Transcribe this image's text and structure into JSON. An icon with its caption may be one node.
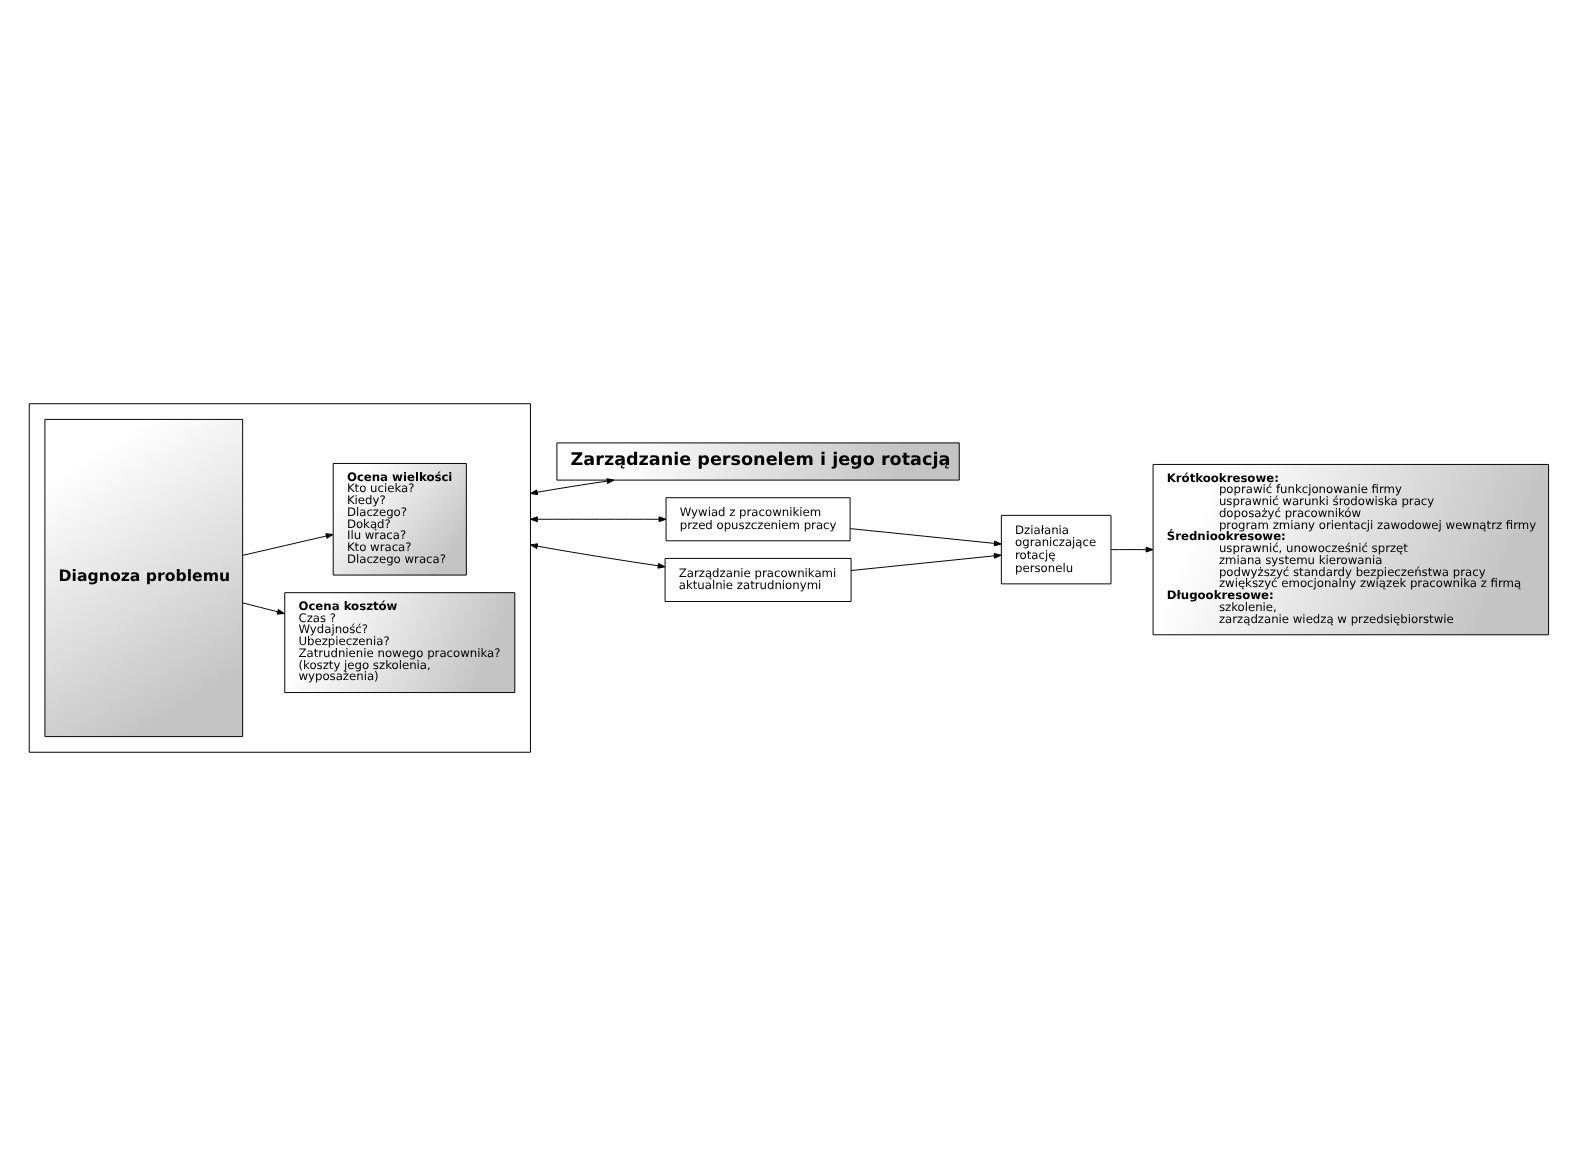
{
  "diagram": {
    "nodes": [
      {
        "text": [],
        "shape": "box"
      },
      {
        "text": [
          "Diagnoza problemu"
        ],
        "in": 0
      },
      {
        "text": [
          "Ocena wielkości",
          "Kto ucieka?",
          "Kiedy?",
          "Dlaczego?",
          "Dokąd?",
          "Ilu wraca?",
          "Kto wraca?",
          "Dlaczego wraca?"
        ],
        "in": 0
      },
      {
        "text": [
          "Ocena kosztów",
          "Czas ?",
          "Wydajność?",
          "Ubezpieczenia?",
          "Zatrudnienie nowego pracownika?",
          "(koszty jego szkolenia, wyposażenia)"
        ],
        "in": 0
      },
      {
        "text": [
          "Zarządzanie personelem i jego rotacją"
        ]
      },
      {
        "text": [
          "Wywiad z pracownikiem przed opuszczeniem pracy"
        ]
      },
      {
        "text": [
          "Zarządzanie pracownikami aktualnie zatrudnionymi"
        ]
      },
      {
        "text": [
          "Działania ograniczające rotację personelu"
        ]
      },
      {
        "text": [
          "Krótkookresowe:",
          "poprawić funkcjonowanie firmy",
          "usprawnić warunki środowiska pracy",
          "doposażyć pracowników",
          "program zmiany orientacji zawodowej wewnątrz firmy",
          "Średniookresowe:",
          "usprawnić, unowocześnić sprzęt",
          "zmiana systemu kierowania",
          "podwyższyć standardy bezpieczeństwa pracy",
          "zwiększyć emocjonalny związek pracownika z firmą",
          "Długookresowe:",
          "szkolenie,",
          "zarządzanie wiedzą w przedsiębiorstwie"
        ]
      }
    ],
    "edges": [
      {
        "from": 1,
        "to": 2,
        "arrow": "to"
      },
      {
        "from": 1,
        "to": 3,
        "arrow": "to"
      },
      {
        "from": 0,
        "to": 4,
        "arrow": "both"
      },
      {
        "from": 0,
        "to": 5,
        "arrow": "both"
      },
      {
        "from": 0,
        "to": 6,
        "arrow": "both"
      },
      {
        "from": 5,
        "to": 7,
        "arrow": "to"
      },
      {
        "from": 6,
        "to": 7,
        "arrow": "to"
      },
      {
        "from": 7,
        "to": 8,
        "arrow": "to"
      }
    ]
  }
}
